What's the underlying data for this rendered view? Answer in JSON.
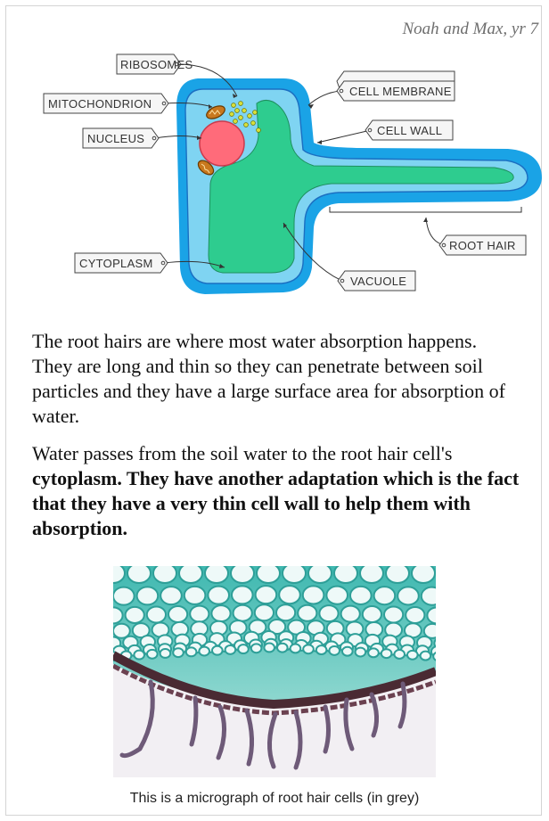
{
  "author": "Noah and Max, yr 7",
  "diagram": {
    "labels": {
      "ribosomes": "RIBOSOMES",
      "mitochondrion": "MITOCHONDRION",
      "nucleus": "NUCLEUS",
      "cytoplasm": "CYTOPLASM",
      "cell_membrane": "CELL MEMBRANE",
      "cell_wall": "CELL WALL",
      "root_hair": "ROOT HAIR",
      "vacuole": "VACUOLE"
    },
    "colors": {
      "cell_wall": "#1aa3e6",
      "cytoplasm": "#7fd4f2",
      "vacuole": "#2ecc8f",
      "nucleus": "#ff6b7a",
      "mitochondrion": "#c8781e",
      "ribosomes": "#d8e03a"
    }
  },
  "paragraph1": "The root hairs are where most water absorption happens. They are long and thin so they can penetrate between soil particles and they have a large surface area for absorption of water.",
  "paragraph2": {
    "normal": "Water passes from the soil water to the root hair cell's ",
    "bold": "cytoplasm. They have another adaptation which is the fact that they have a very thin cell wall to help them with absorption."
  },
  "caption": "This is a micrograph of root hair cells (in grey)"
}
